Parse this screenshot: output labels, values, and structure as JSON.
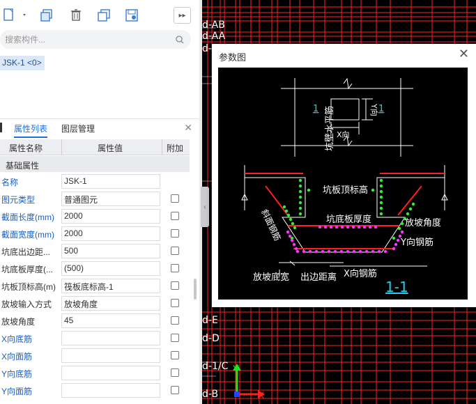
{
  "toolbar": {
    "new_icon": "new-component-icon",
    "copy_icon": "copy-icon",
    "delete_icon": "delete-icon",
    "layer_copy_icon": "layer-copy-icon",
    "import_icon": "import-icon",
    "more_label": "▸▸"
  },
  "search": {
    "placeholder": "搜索构件..."
  },
  "tree": {
    "selected_item": "JSK-1 <0>"
  },
  "tabs": {
    "properties": "属性列表",
    "layers": "图层管理"
  },
  "table": {
    "col_name": "属性名称",
    "col_value": "属性值",
    "col_extra": "附加",
    "group": "基础属性",
    "rows": [
      {
        "name": "名称",
        "value": "JSK-1",
        "color": "blue",
        "checkbox": false
      },
      {
        "name": "图元类型",
        "value": "普通图元",
        "color": "blue",
        "checkbox": true
      },
      {
        "name": "截面长度(mm)",
        "value": "2000",
        "color": "blue",
        "checkbox": true
      },
      {
        "name": "截面宽度(mm)",
        "value": "2000",
        "color": "blue",
        "checkbox": true
      },
      {
        "name": "坑底出边距...",
        "value": "500",
        "color": "dark",
        "checkbox": true
      },
      {
        "name": "坑底板厚度(...",
        "value": "(500)",
        "color": "dark",
        "checkbox": true
      },
      {
        "name": "坑板顶标高(m)",
        "value": "筏板底标高-1",
        "color": "dark",
        "checkbox": true
      },
      {
        "name": "放坡输入方式",
        "value": "放坡角度",
        "color": "dark",
        "checkbox": true
      },
      {
        "name": "放坡角度",
        "value": "45",
        "color": "dark",
        "checkbox": true
      },
      {
        "name": "X向底筋",
        "value": "",
        "color": "blue",
        "checkbox": true
      },
      {
        "name": "X向面筋",
        "value": "",
        "color": "blue",
        "checkbox": true
      },
      {
        "name": "Y向底筋",
        "value": "",
        "color": "blue",
        "checkbox": true
      },
      {
        "name": "Y向面筋",
        "value": "",
        "color": "blue",
        "checkbox": true
      }
    ]
  },
  "cad": {
    "axis_labels_left": [
      "d-AB",
      "d-AA",
      "d-A",
      "d-E",
      "d-D",
      "d-1/C",
      "d-B"
    ],
    "axis_y": "Y",
    "axis_x": "X"
  },
  "dialog": {
    "title": "参数图",
    "close_icon": "close-icon",
    "plan": {
      "marker_left": "1",
      "marker_right": "1",
      "x_dir": "X向",
      "y_dir": "Y向"
    },
    "section": {
      "wall_rebar": "坑壁水平筋",
      "top_elev": "坑板顶标高",
      "bottom_thick": "坑底板厚度",
      "slope_rebar": "斜面钢筋",
      "slope_angle": "放坡角度",
      "y_rebar": "Y向钢筋",
      "x_rebar": "X向钢筋",
      "slope_width": "放坡底宽",
      "edge_dist": "出边距离",
      "section_name": "1-1"
    }
  },
  "colors": {
    "accent": "#1b73d8",
    "cad_bg": "#000000",
    "grid_red": "#ff2222",
    "rebar_green": "#33ee33",
    "rebar_magenta": "#ff33ff"
  }
}
